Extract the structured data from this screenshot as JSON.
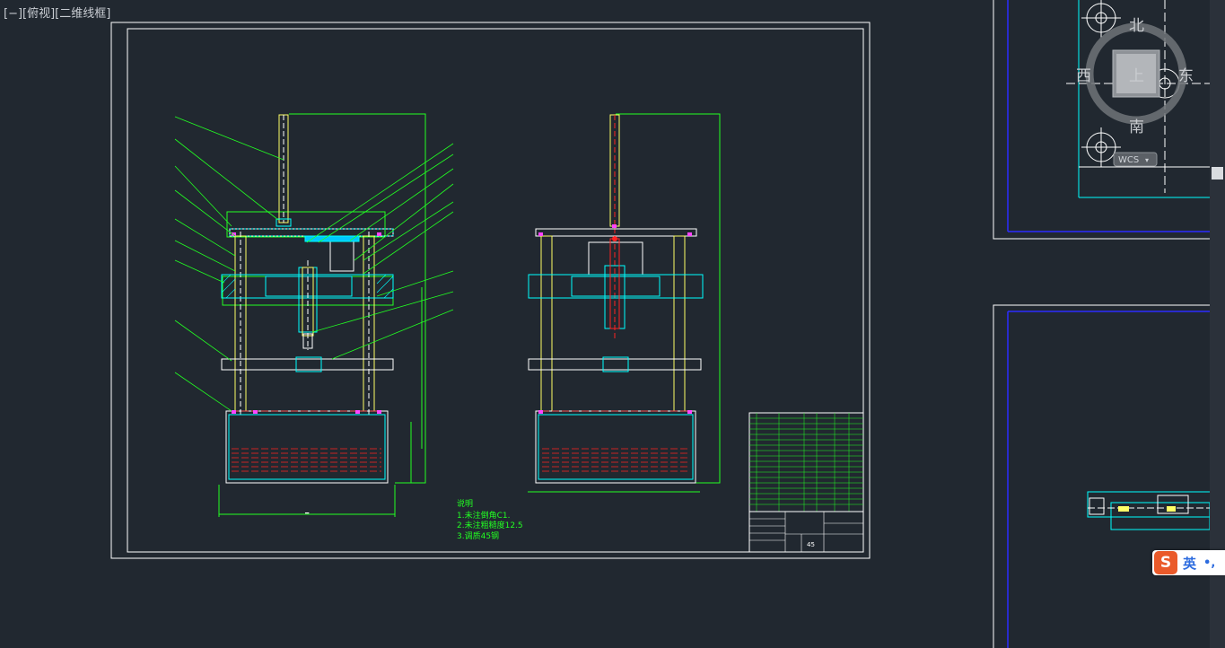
{
  "viewport": {
    "label": "[−][俯视][二维线框]"
  },
  "viewcube": {
    "north": "北",
    "south": "南",
    "east": "东",
    "west": "西",
    "top_face": "上",
    "wcs_label": "WCS"
  },
  "drawing_notes": {
    "heading": "说明",
    "items": [
      "1.未注倒角C1.",
      "2.未注粗糙度12.5",
      "3.调质45钢"
    ]
  },
  "title_block": {
    "scale_value": "45"
  },
  "ime": {
    "logo": "S",
    "language": "英",
    "punctuation": "•,"
  },
  "colors": {
    "background": "#212830",
    "frame_white": "#ffffff",
    "green": "#22ff22",
    "cyan": "#00ffff",
    "yellow": "#ffff66",
    "magenta": "#ff44ff",
    "red": "#ff2222",
    "blue": "#2c2cff"
  }
}
